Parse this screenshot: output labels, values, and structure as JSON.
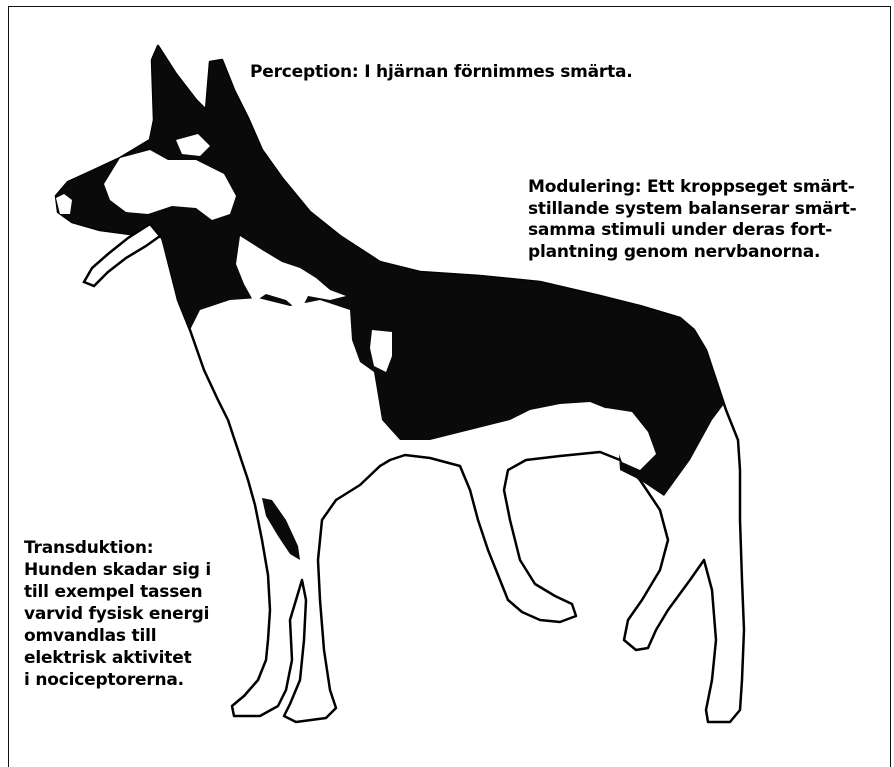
{
  "diagram": {
    "subject": "german-shepherd-dog",
    "colors": {
      "outline": "#000000",
      "fill_dark": "#0a0a0a",
      "fill_light": "#ffffff"
    },
    "labels": {
      "perception": [
        "Perception: I hjärnan förnimmes smärta."
      ],
      "modulering": [
        "Modulering: Ett kroppseget smärt-",
        "stillande system balanserar smärt-",
        "samma stimuli under deras fort-",
        "plantning genom nervbanorna."
      ],
      "transduktion": [
        "Transduktion:",
        "Hunden skadar sig i",
        "till exempel tassen",
        "varvid fysisk energi",
        "omvandlas till",
        "elektrisk aktivitet",
        "i nociceptorerna."
      ]
    }
  }
}
